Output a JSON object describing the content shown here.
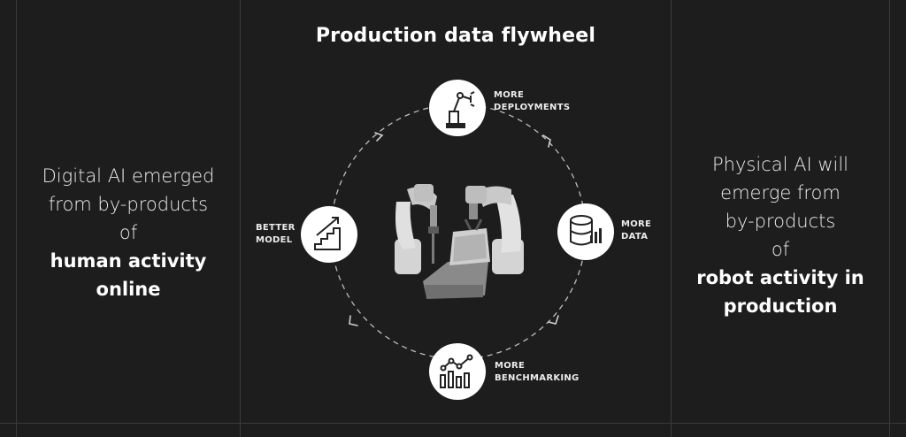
{
  "title": "Production data flywheel",
  "left": {
    "line1": "Digital AI emerged",
    "line2": "from by-products",
    "line3": "of",
    "bold1": "human activity",
    "bold2": "online"
  },
  "right": {
    "line1": "Physical AI will",
    "line2": "emerge from",
    "line3": "by-products",
    "line4": "of",
    "bold1": "robot activity in",
    "bold2": "production"
  },
  "nodes": {
    "deployments": {
      "line1": "MORE",
      "line2": "DEPLOYMENTS",
      "icon": "robot-arm-icon"
    },
    "data": {
      "line1": "MORE",
      "line2": "DATA",
      "icon": "database-icon"
    },
    "benchmarking": {
      "line1": "MORE",
      "line2": "BENCHMARKING",
      "icon": "benchmark-chart-icon"
    },
    "model": {
      "line1": "BETTER",
      "line2": "MODEL",
      "icon": "stairs-growth-icon"
    }
  },
  "colors": {
    "background": "#1d1d1d",
    "text": "#ffffff",
    "node_fill": "#ffffff",
    "ring": "#bdbdbd"
  }
}
